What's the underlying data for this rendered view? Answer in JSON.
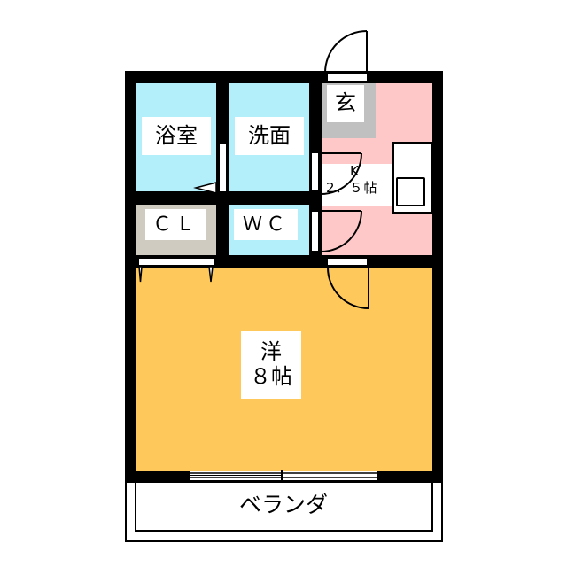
{
  "floorplan": {
    "colors": {
      "wall": "#000000",
      "bath": "#b3eefb",
      "washroom": "#b3eefb",
      "wc": "#b3eefb",
      "closet": "#cfcbc0",
      "kitchen": "#fec8c8",
      "genkan": "#c0c0c0",
      "western_room": "#fec95a",
      "veranda": "#ffffff"
    },
    "rooms": {
      "bath": {
        "label": "浴室"
      },
      "washroom": {
        "label": "洗面"
      },
      "genkan": {
        "label": "玄"
      },
      "kitchen": {
        "label_line1": "K",
        "label_line2": "2．５帖"
      },
      "closet": {
        "label": "ＣＬ"
      },
      "wc": {
        "label": "ＷＣ"
      },
      "western_room": {
        "label_line1": "洋",
        "label_line2": "８帖"
      },
      "veranda": {
        "label": "ベランダ"
      }
    },
    "icons": {
      "entrance_door": "door-swing-icon",
      "kitchen_sink": "sink-icon",
      "room_door": "door-swing-icon",
      "balcony_window": "sliding-window-icon"
    }
  }
}
